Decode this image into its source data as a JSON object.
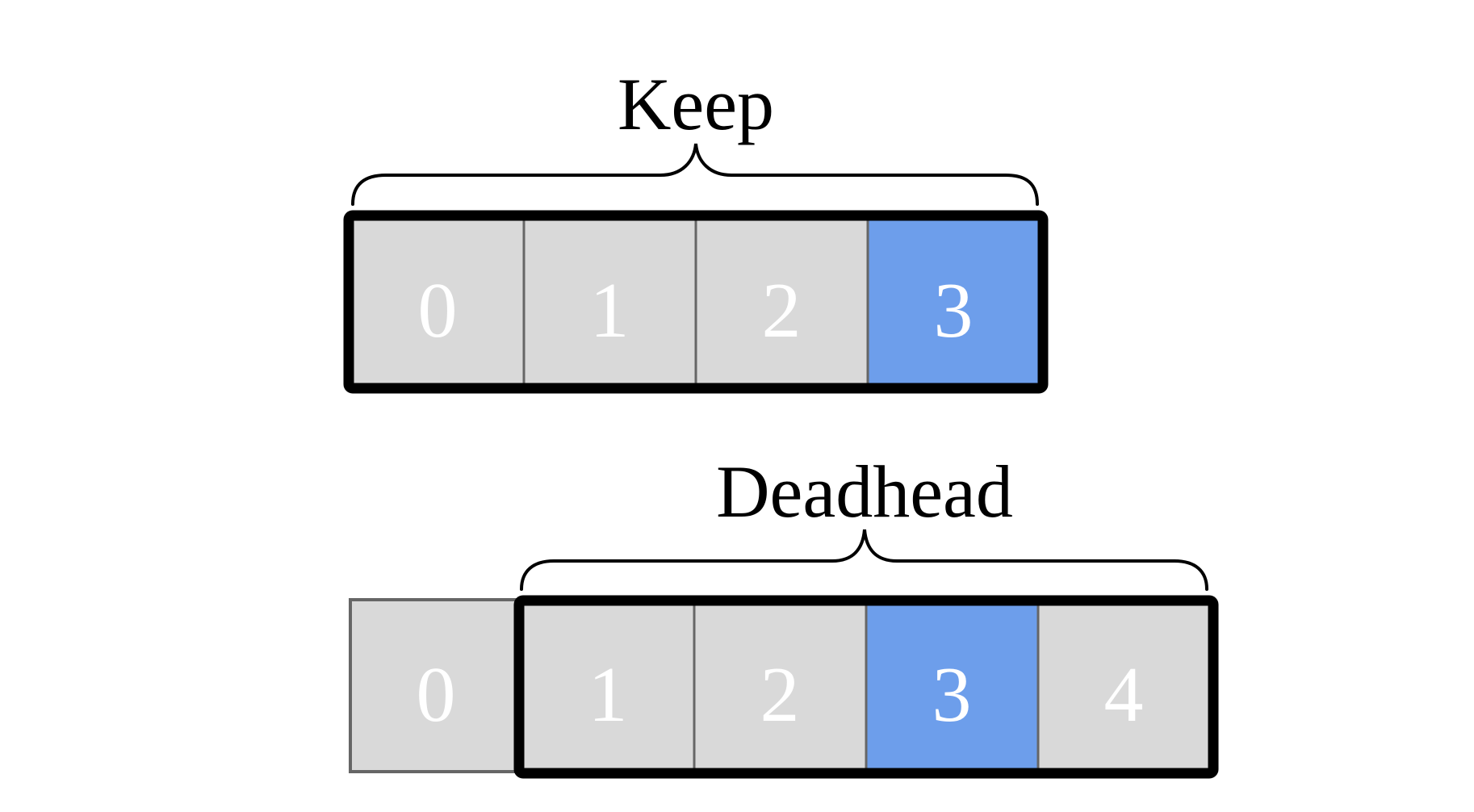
{
  "colors": {
    "cell_fill": "#d9d9d9",
    "highlight_fill": "#6d9eeb",
    "cell_divider": "#666666",
    "frame": "#000000",
    "label_text": "#ffffff",
    "background": "#ffffff"
  },
  "keep": {
    "label": "Keep",
    "cells": [
      {
        "label": "0",
        "highlighted": false
      },
      {
        "label": "1",
        "highlighted": false
      },
      {
        "label": "2",
        "highlighted": false
      },
      {
        "label": "3",
        "highlighted": true
      }
    ]
  },
  "deadhead": {
    "label": "Deadhead",
    "dropped_cell": {
      "label": "0",
      "highlighted": false
    },
    "cells": [
      {
        "label": "1",
        "highlighted": false
      },
      {
        "label": "2",
        "highlighted": false
      },
      {
        "label": "3",
        "highlighted": true
      },
      {
        "label": "4",
        "highlighted": false
      }
    ]
  }
}
